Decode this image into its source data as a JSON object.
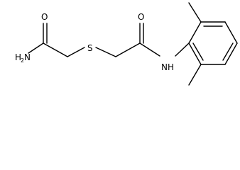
{
  "molecule": {
    "atoms": {
      "o_left": "O",
      "nh2_label": "H",
      "nh2_sub": "2",
      "nh2_n": "N",
      "s": "S",
      "o_right": "O",
      "nh_label": "NH"
    }
  }
}
